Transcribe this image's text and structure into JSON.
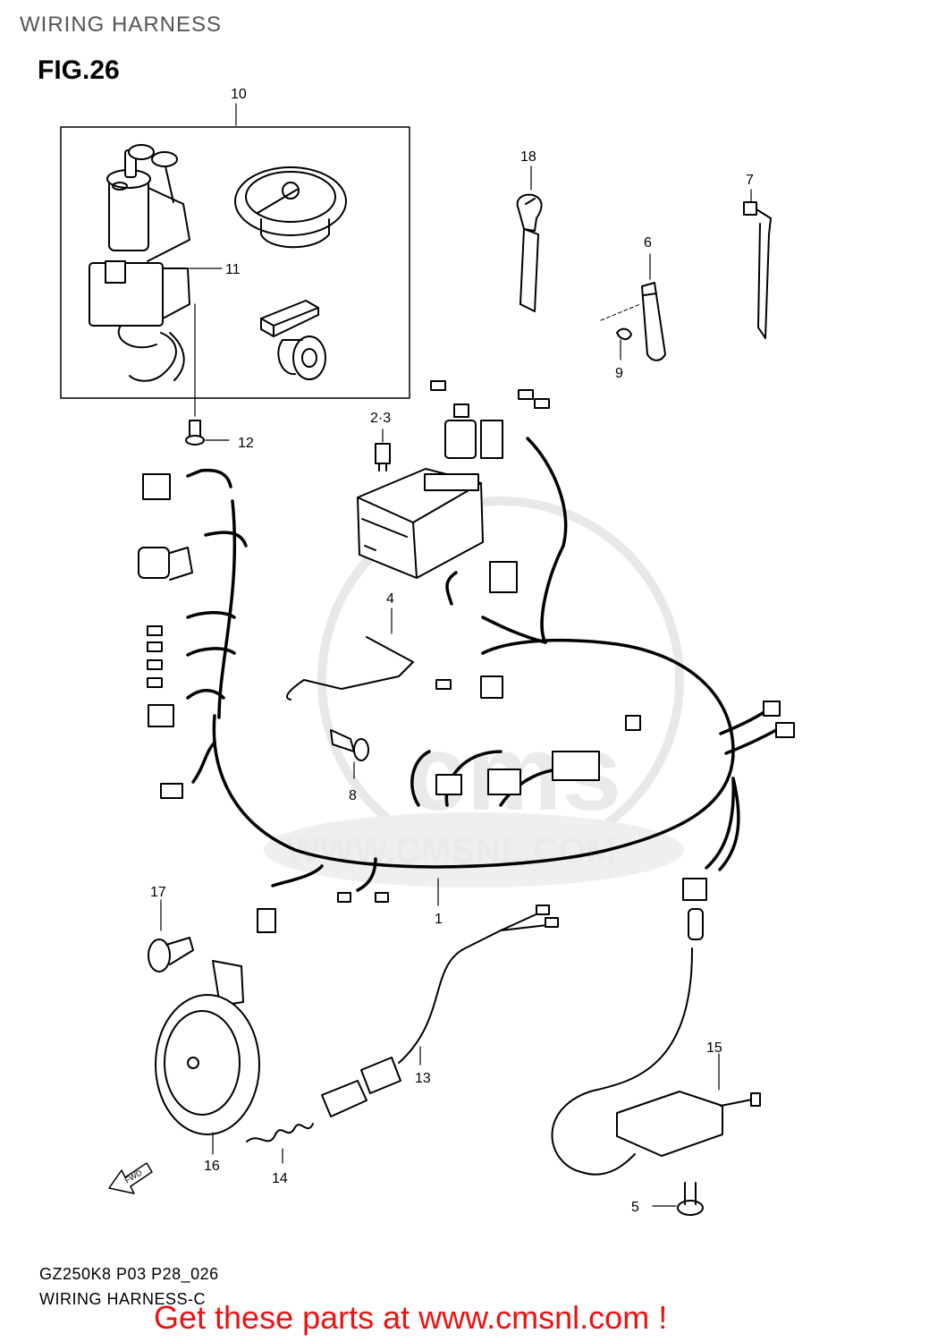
{
  "header": {
    "title": "WIRING HARNESS"
  },
  "figure": {
    "label": "FIG.26"
  },
  "callouts": [
    "1",
    "2·3",
    "4",
    "5",
    "6",
    "7",
    "8",
    "9",
    "10",
    "11",
    "12",
    "13",
    "14",
    "15",
    "16",
    "17",
    "18"
  ],
  "fwd_label": "FWD",
  "watermark": {
    "logo": "cms",
    "url": "WWW.CMSNL.COM"
  },
  "footer": {
    "code": "GZ250K8 P03 P28_026",
    "subtitle": "WIRING HARNESS-C",
    "promo": "Get these parts at www.cmsnl.com !",
    "promo_color": "#ee1111"
  }
}
